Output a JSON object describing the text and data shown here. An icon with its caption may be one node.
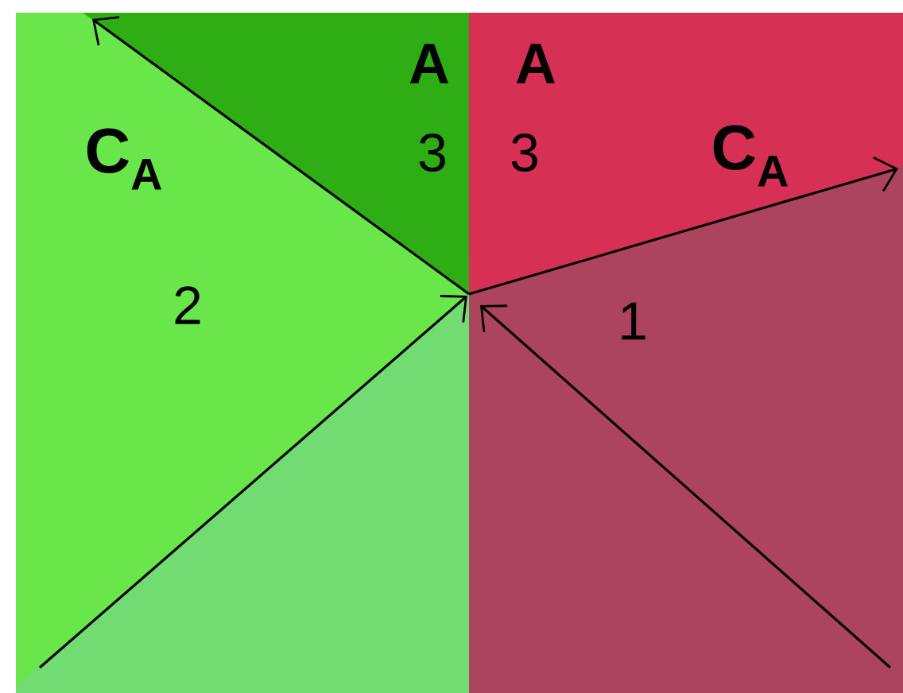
{
  "diagram": {
    "labels": [
      "A",
      "A",
      "C$_{A}$",
      "3",
      "3",
      "C$_{A}$",
      "2",
      "1"
    ]
  }
}
